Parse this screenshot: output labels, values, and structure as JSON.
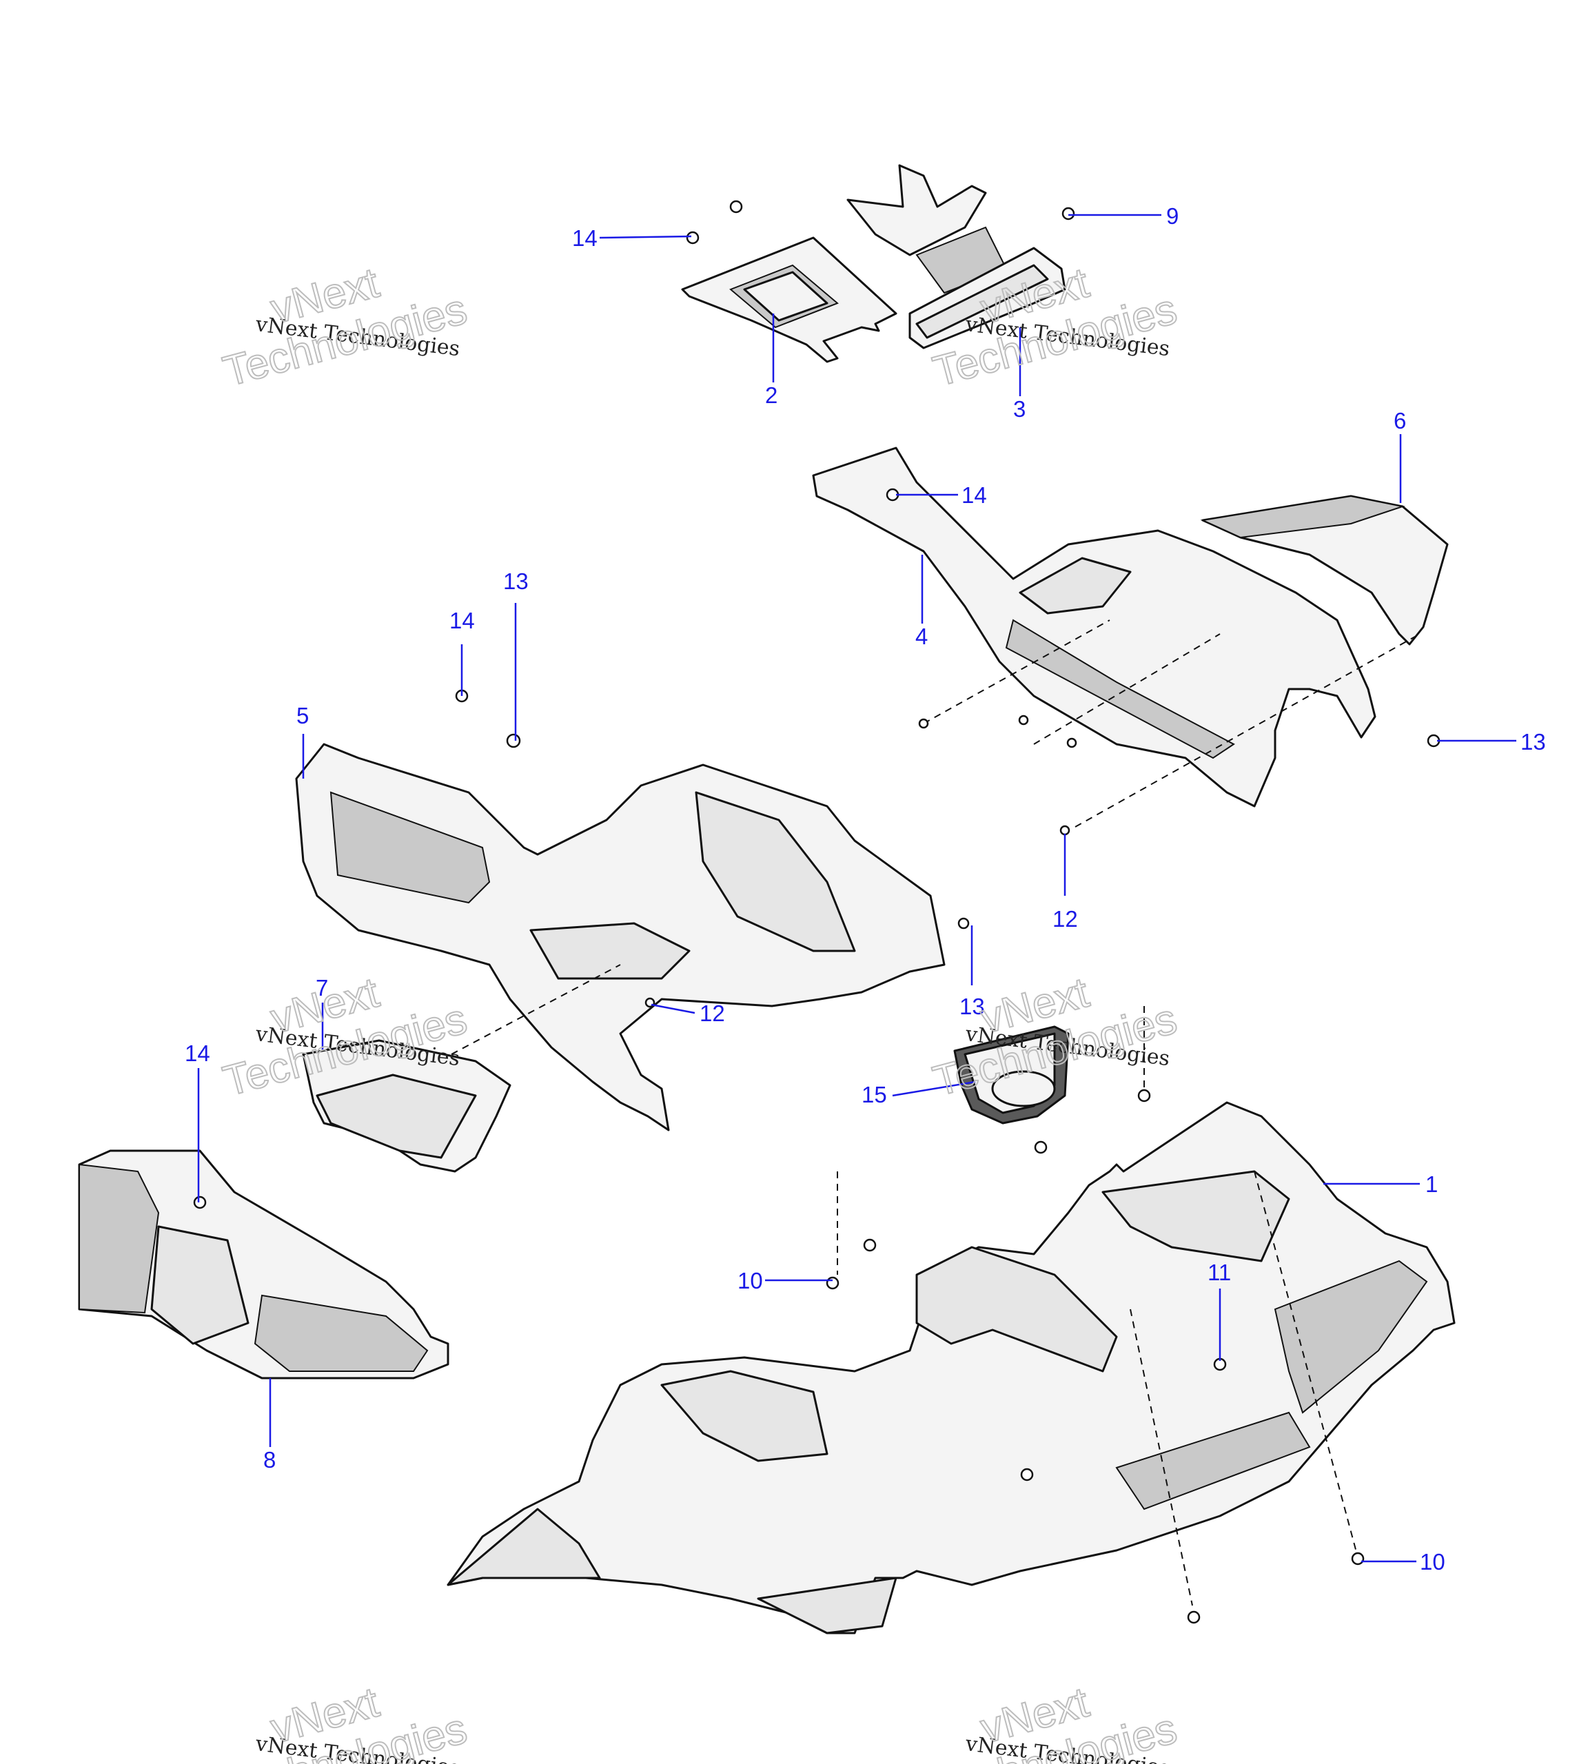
{
  "watermark": {
    "small_text": "vNext Technologies",
    "big_line1": "vNext",
    "big_line2": "Technologies"
  },
  "callouts": [
    "1",
    "2",
    "3",
    "4",
    "5",
    "6",
    "7",
    "8",
    "9",
    "10",
    "11",
    "12",
    "13",
    "14",
    "15"
  ]
}
